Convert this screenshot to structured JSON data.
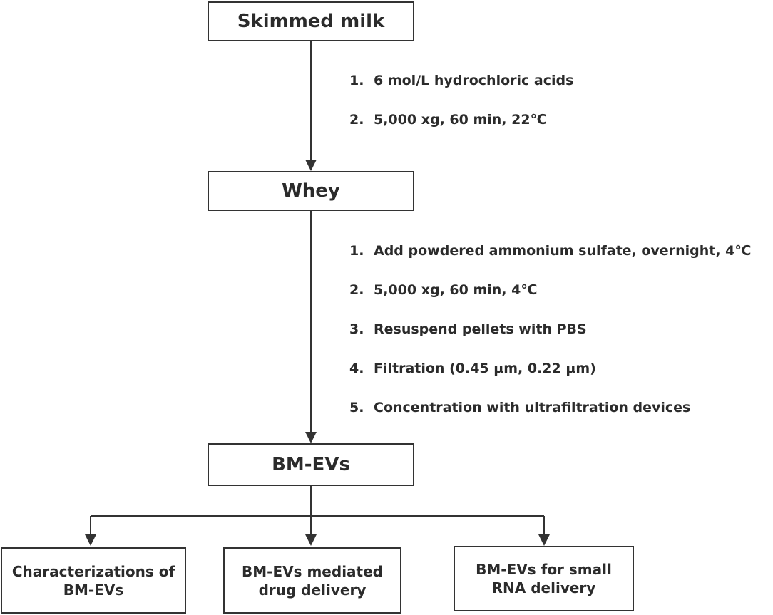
{
  "nodes": {
    "skimmed_milk": "Skimmed milk",
    "whey": "Whey",
    "bm_evs": "BM-EVs",
    "outputs": [
      {
        "line1": "Characterizations of",
        "line2": "BM-EVs"
      },
      {
        "line1": "BM-EVs mediated",
        "line2": "drug delivery"
      },
      {
        "line1": "BM-EVs for small",
        "line2": "RNA delivery"
      }
    ]
  },
  "steps_milk_to_whey": [
    {
      "num": "1.",
      "text": "6 mol/L hydrochloric acids"
    },
    {
      "num": "2.",
      "text": "5,000 xg, 60 min, 22℃"
    }
  ],
  "steps_whey_to_evs": [
    {
      "num": "1.",
      "text": "Add powdered ammonium sulfate, overnight, 4℃"
    },
    {
      "num": "2.",
      "text": "5,000 xg, 60 min, 4℃"
    },
    {
      "num": "3.",
      "text": "Resuspend pellets with PBS"
    },
    {
      "num": "4.",
      "text": "Filtration (0.45 μm, 0.22 μm)"
    },
    {
      "num": "5.",
      "text": "Concentration with ultrafiltration devices"
    }
  ]
}
